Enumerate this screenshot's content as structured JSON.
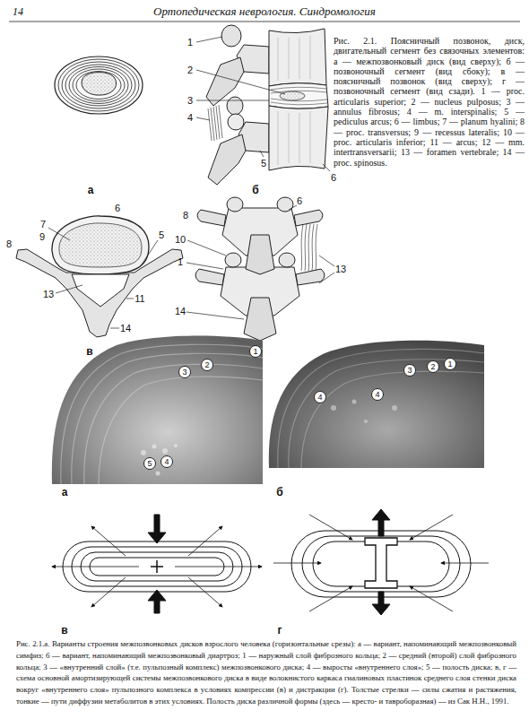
{
  "diagram": {
    "title": "Ортопедическая неврология. Синдромология",
    "caption": "Рис. 2.1.а. Варианты строения межпозвонковых дисков взрослого человека (горизонтальные срезы): а — вариант, напоминающий межпозвонковый симфиз; б — вариант, напоминающий межпозвонковый диартроз; 1 — наружный слой фиброзного кольца; 2 — средний (второй) слой фиброзного кольца; 3 — «внутренний слой» (т.е. пульпозный комплекс) межпозвонкового диска; 4 — выросты «внутреннего слоя»; 5 — полость диска; в, г — схема основной амортизирующей системы межпозвонкового диска в виде волокнистого каркаса гиалиновых пластинок среднего слоя стенки диска вокруг «внутреннего слоя» пульпозного комплекса в условиях компрессии (в) и дистракции (г). Толстые стрелки — силы сжатия и растяжения, тонкие — пути диффузии метаболитов в этих условиях. Полость диска различной формы (здесь — кресто- и тавроборазная) — из Сак Н.Н., 1991.",
    "nodes": [
      {
        "text": [
          "1"
        ]
      },
      {
        "text": [
          "2"
        ]
      },
      {
        "text": [
          "3"
        ]
      },
      {
        "text": [
          "5"
        ]
      },
      {
        "text": [
          "4"
        ]
      },
      {
        "text": [
          "4"
        ]
      },
      {
        "text": [
          "4"
        ]
      },
      {
        "text": [
          "3"
        ]
      },
      {
        "text": [
          "2"
        ]
      },
      {
        "text": [
          "1"
        ]
      }
    ],
    "labels": [
      "14",
      "1",
      "2",
      "3",
      "4",
      "а",
      "б",
      "5",
      "6",
      "Рис. 2.1. Поясничный позвонок, диск, двигательный сегмент без связочных элементов: а — межпозвонковый диск (вид сверху); б — позвоночный сегмент (вид сбоку); в — поясничный позвонок (вид сверху); г — позвоночный сегмент (вид сзади). 1 — proc. articularis superior; 2 — nucleus pulposus; 3 — annulus fibrosus; 4 — m. interspinalis; 5 — pediculus arcus; 6 — limbus; 7 — planum hyalini; 8 — proc. transversus; 9 — recessus lateralis; 10 — proc. articularis inferior; 11 — arcus; 12 — mm. intertransversarii; 13 — foramen vertebrale; 14 — proc. spinosus.",
      "6",
      "7",
      "8",
      "9",
      "5",
      "13",
      "11",
      "14",
      "в",
      "8",
      "6",
      "10",
      "1",
      "13",
      "14",
      "г",
      "а",
      "б",
      "в",
      "г"
    ]
  }
}
